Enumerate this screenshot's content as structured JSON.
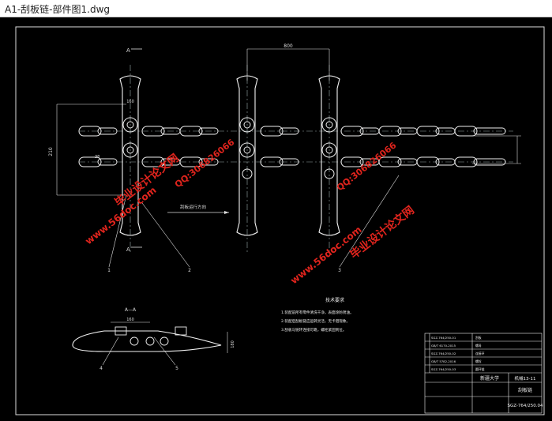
{
  "window": {
    "title": "A1-刮板链-部件图1.dwg"
  },
  "drawing": {
    "section_marks": {
      "a_top": "A",
      "a_bottom": "A"
    },
    "dims": {
      "pitch": "800",
      "width": "210",
      "plate": "160",
      "side": "38",
      "section_width": "160",
      "section_height": "180"
    },
    "flow_label": "刮板运行方向",
    "section_title": "A—A",
    "balloons": [
      "1",
      "2",
      "3",
      "4",
      "5"
    ],
    "tech_req": {
      "title": "技术要求",
      "items": [
        "1.装配前所有零件清洗干净，表面涂防锈油。",
        "2.装配后刮板链应运转灵活，无卡阻现象。",
        "3.刮板与链环连接可靠，螺栓紧固到位。"
      ]
    },
    "title_block": {
      "rows": [
        {
          "code": "SGZ-764/250-01",
          "name": "刮板"
        },
        {
          "code": "GB/T 6170-2015",
          "name": "螺母"
        },
        {
          "code": "SGZ-764/250-02",
          "name": "连接环"
        },
        {
          "code": "GB/T 5782-2016",
          "name": "螺栓"
        },
        {
          "code": "SGZ-764/250-03",
          "name": "圆环链"
        }
      ],
      "school": "新疆大学",
      "class": "机械13-11",
      "part_name": "刮板链",
      "drawing_no": "SGZ-764/250.04"
    },
    "watermarks": [
      "毕业设计论文网",
      "www.56doc.com",
      "QQ:306826066"
    ]
  }
}
